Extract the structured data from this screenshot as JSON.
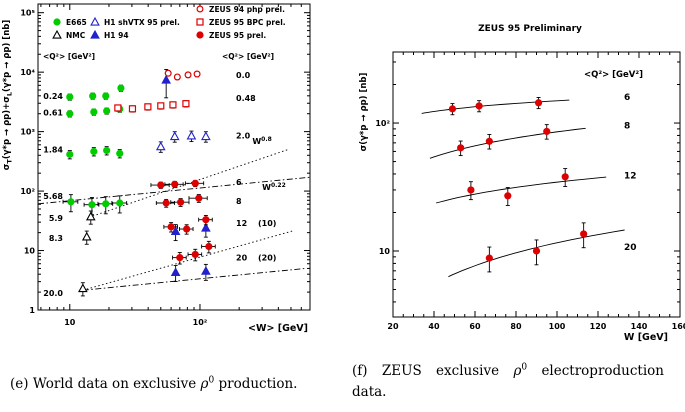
{
  "colors": {
    "red": "#dd0000",
    "green": "#00cc00",
    "blue": "#2222cc",
    "black": "#000000"
  },
  "captions": {
    "e": {
      "pre": "(e) World data on exclusive ",
      "rho": "ρ",
      "zero": "0",
      "post": " production."
    },
    "f": {
      "pre": "(f) ZEUS exclusive ",
      "rho": "ρ",
      "zero": "0",
      "post": " electroproduction data."
    }
  },
  "chart_data": [
    {
      "id": "e",
      "type": "scatter",
      "title": "",
      "xlabel": "<W> [GeV]",
      "ylabel_parts": [
        {
          "t": "σ"
        },
        {
          "t": "T",
          "sub": true
        },
        {
          "t": "(γ*p → ρp)+σ"
        },
        {
          "t": "L",
          "sub": true
        },
        {
          "t": "(γ*p → ρp) [nb]"
        }
      ],
      "xscale": "log",
      "yscale": "log",
      "xlim": [
        5.7,
        700
      ],
      "ylim": [
        1,
        140000
      ],
      "grid": false,
      "q2_header": "<Q²> [GeV²]",
      "legend": [
        {
          "label": "E665",
          "marker": "circle-filled",
          "color": "#00cc00",
          "col": 0,
          "row": 1
        },
        {
          "label": "NMC",
          "marker": "triangle-open",
          "color": "#000000",
          "col": 0,
          "row": 2
        },
        {
          "label": "H1 shVTX 95 prel.",
          "marker": "triangle-open",
          "color": "#2222cc",
          "col": 1,
          "row": 1
        },
        {
          "label": "H1 94",
          "marker": "triangle-filled",
          "color": "#2222cc",
          "col": 1,
          "row": 2
        },
        {
          "label": "ZEUS 94 php prel.",
          "marker": "circle-open",
          "color": "#dd0000",
          "col": 2,
          "row": 0
        },
        {
          "label": "ZEUS 95 BPC prel.",
          "marker": "square-open",
          "color": "#dd0000",
          "col": 2,
          "row": 1
        },
        {
          "label": "ZEUS 95 prel.",
          "marker": "circle-filled",
          "color": "#dd0000",
          "col": 2,
          "row": 2
        }
      ],
      "left_labels": [
        {
          "text": "0.24",
          "sigma": 3980
        },
        {
          "text": "0.61",
          "sigma": 2080
        },
        {
          "text": "1.84",
          "sigma": 500
        },
        {
          "text": "5.68",
          "sigma": 82
        },
        {
          "text": "5.9",
          "sigma": 35
        },
        {
          "text": "8.3",
          "sigma": 16.4
        },
        {
          "text": "20.0",
          "sigma": 1.92
        }
      ],
      "right_labels": [
        {
          "text": "0.0",
          "sigma": 8900,
          "color": "#000000"
        },
        {
          "text": "0.48",
          "sigma": 3690,
          "color": "#dd0000"
        },
        {
          "text": "2.0",
          "sigma": 857,
          "color": "#2222cc"
        },
        {
          "text": "6",
          "sigma": 141,
          "color": "#dd0000"
        },
        {
          "text": "8",
          "sigma": 68,
          "color": "#dd0000"
        },
        {
          "text": "12",
          "sigma": 29,
          "color": "#dd0000",
          "extra": "(10)",
          "extra_color": "#2222cc"
        },
        {
          "text": "20",
          "sigma": 7.6,
          "color": "#dd0000",
          "extra": "(20)",
          "extra_color": "#2222cc"
        }
      ],
      "series": [
        {
          "name": "E665 Q2 0.24",
          "marker": "circle-filled",
          "color": "#00cc00",
          "yerr": 0.12,
          "points": [
            [
              10,
              3830
            ],
            [
              15,
              3980
            ],
            [
              18.9,
              3980
            ],
            [
              24.7,
              5400
            ]
          ]
        },
        {
          "name": "E665 Q2 0.61",
          "marker": "circle-filled",
          "color": "#00cc00",
          "yerr": 0.12,
          "points": [
            [
              10,
              2000
            ],
            [
              15.3,
              2140
            ],
            [
              19.2,
              2230
            ],
            [
              24.2,
              2400
            ]
          ]
        },
        {
          "name": "E665 Q2 1.84",
          "marker": "circle-filled",
          "color": "#00cc00",
          "yerr": 0.16,
          "points": [
            [
              10,
              414
            ],
            [
              15.3,
              464
            ],
            [
              19.2,
              482
            ],
            [
              24.2,
              430
            ]
          ]
        },
        {
          "name": "E665 Q2 5.68",
          "marker": "circle-filled",
          "color": "#00cc00",
          "yerr": 0.32,
          "xerr": 0.13,
          "points": [
            [
              10.2,
              66
            ],
            [
              14.8,
              59
            ],
            [
              18.9,
              61
            ],
            [
              24.2,
              63
            ]
          ]
        },
        {
          "name": "NMC",
          "marker": "triangle-open",
          "color": "#000000",
          "yerr": 0.25,
          "points": [
            [
              14.5,
              37
            ],
            [
              13.5,
              17
            ],
            [
              12.6,
              2.3
            ]
          ]
        },
        {
          "name": "H1 shVTX 95 prel.",
          "marker": "triangle-open",
          "color": "#2222cc",
          "yerr": 0.2,
          "points": [
            [
              50,
              560
            ],
            [
              64,
              830
            ],
            [
              86,
              850
            ],
            [
              111,
              830
            ]
          ]
        },
        {
          "name": "H1 94 php",
          "marker": "triangle-filled",
          "color": "#2222cc",
          "yerr": 0.5,
          "points": [
            [
              55,
              7400
            ]
          ]
        },
        {
          "name": "H1 94 electro",
          "marker": "triangle-filled",
          "color": "#2222cc",
          "yerr": 0.3,
          "points": [
            [
              65,
              21
            ],
            [
              111,
              24
            ],
            [
              65,
              4.3
            ],
            [
              111,
              4.5
            ]
          ]
        },
        {
          "name": "ZEUS 94 php prel.",
          "marker": "circle-open",
          "color": "#dd0000",
          "yerr": 0.1,
          "points": [
            [
              57,
              9600
            ],
            [
              67,
              8300
            ],
            [
              81,
              9000
            ],
            [
              95,
              9300
            ]
          ]
        },
        {
          "name": "ZEUS 95 BPC prel.",
          "marker": "square-open",
          "color": "#dd0000",
          "yerr": 0.12,
          "points": [
            [
              23.4,
              2500
            ],
            [
              30.3,
              2420
            ],
            [
              39.8,
              2610
            ],
            [
              50,
              2710
            ],
            [
              62,
              2820
            ],
            [
              78,
              2950
            ]
          ]
        },
        {
          "name": "ZEUS 95 prel. Q2 6",
          "marker": "circle-filled",
          "color": "#dd0000",
          "yerr": 0.12,
          "xerr": 0.16,
          "points": [
            [
              50,
              126
            ],
            [
              64,
              130
            ],
            [
              92,
              135
            ]
          ]
        },
        {
          "name": "ZEUS 95 prel. Q2 8",
          "marker": "circle-filled",
          "color": "#dd0000",
          "yerr": 0.15,
          "xerr": 0.16,
          "points": [
            [
              55,
              63
            ],
            [
              71,
              65
            ],
            [
              98,
              76
            ]
          ]
        },
        {
          "name": "ZEUS 95 prel. Q2 12",
          "marker": "circle-filled",
          "color": "#dd0000",
          "yerr": 0.18,
          "xerr": 0.12,
          "points": [
            [
              60,
              25
            ],
            [
              79,
              23
            ],
            [
              111,
              33
            ]
          ]
        },
        {
          "name": "ZEUS 95 prel. Q2 20",
          "marker": "circle-filled",
          "color": "#dd0000",
          "yerr": 0.22,
          "xerr": 0.12,
          "points": [
            [
              70,
              7.6
            ],
            [
              92,
              8.6
            ],
            [
              117,
              11.7
            ]
          ]
        }
      ],
      "ref_lines": [
        {
          "label": "W",
          "sup": "0.8",
          "style": "dotted",
          "from": [
            15,
            38
          ],
          "to": [
            475,
            500
          ],
          "label_at": [
            300,
            620
          ]
        },
        {
          "label": "W",
          "sup": "0.22",
          "style": "dashdot",
          "from": [
            5.7,
            61
          ],
          "to": [
            700,
            171
          ],
          "label_at": [
            370,
            105
          ]
        },
        {
          "style": "dotted",
          "from": [
            12.6,
            2.15
          ],
          "to": [
            520,
            21.5
          ]
        },
        {
          "style": "dashdot",
          "from": [
            12.6,
            2.15
          ],
          "to": [
            646,
            5.0
          ]
        }
      ]
    },
    {
      "id": "f",
      "type": "scatter",
      "title": "ZEUS 95 Preliminary",
      "xlabel": "W [GeV]",
      "ylabel_parts": [
        {
          "t": "σ(γ*p → ρp) [nb]"
        }
      ],
      "xscale": "linear",
      "yscale": "log",
      "xlim": [
        20,
        160
      ],
      "ylim": [
        3.05,
        359
      ],
      "grid": false,
      "q2_header": "<Q²> [GeV²]",
      "right_labels": [
        {
          "text": "6",
          "sigma": 160,
          "color": "#000000"
        },
        {
          "text": "8",
          "sigma": 96,
          "color": "#000000"
        },
        {
          "text": "12",
          "sigma": 39,
          "color": "#000000"
        },
        {
          "text": "20",
          "sigma": 10.7,
          "color": "#000000"
        }
      ],
      "series": [
        {
          "name": "ZEUS 95 Q2 6",
          "marker": "circle-filled",
          "color": "#dd0000",
          "yerr": 0.1,
          "points": [
            [
              49,
              129
            ],
            [
              62,
              136
            ],
            [
              91,
              144
            ]
          ]
        },
        {
          "name": "ZEUS 95 Q2 8",
          "marker": "circle-filled",
          "color": "#dd0000",
          "yerr": 0.13,
          "points": [
            [
              53,
              64
            ],
            [
              67,
              72
            ],
            [
              95,
              86
            ]
          ]
        },
        {
          "name": "ZEUS 95 Q2 12",
          "marker": "circle-filled",
          "color": "#dd0000",
          "yerr": 0.16,
          "points": [
            [
              58,
              30
            ],
            [
              76,
              27
            ],
            [
              104,
              38
            ]
          ]
        },
        {
          "name": "ZEUS 95 Q2 20",
          "marker": "circle-filled",
          "color": "#dd0000",
          "yerr": 0.22,
          "points": [
            [
              67,
              8.8
            ],
            [
              90,
              10
            ],
            [
              113,
              13.6
            ]
          ]
        }
      ],
      "curves": [
        {
          "from": [
            34,
            119
          ],
          "to": [
            106,
            151
          ]
        },
        {
          "from": [
            38,
            53
          ],
          "to": [
            114,
            91
          ]
        },
        {
          "from": [
            41,
            23.7
          ],
          "to": [
            124,
            37.8
          ]
        },
        {
          "from": [
            47,
            6.3
          ],
          "to": [
            133,
            14.6
          ]
        }
      ]
    }
  ]
}
